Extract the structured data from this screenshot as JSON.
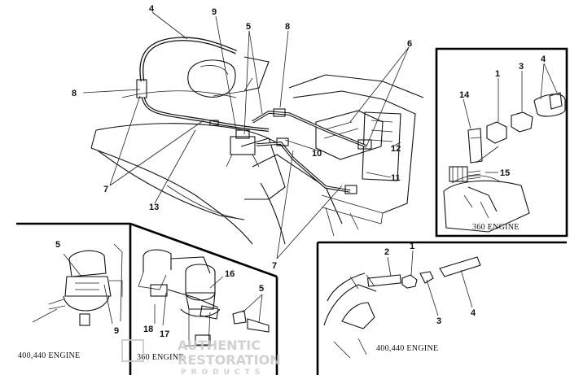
{
  "callouts": {
    "c1_main": "4",
    "c2_main": "9",
    "c3_main": "5",
    "c4_main": "8",
    "c5_main": "6",
    "c6_main": "8",
    "c7_main": "12",
    "c8_main": "10",
    "c9_main": "11",
    "c10_main": "7",
    "c11_main": "13",
    "c12_main": "7",
    "c13_tr": "14",
    "c14_tr": "1",
    "c15_tr": "3",
    "c16_tr": "4",
    "c17_tr": "15",
    "c18_bl": "5",
    "c19_bl": "9",
    "c20_bm": "16",
    "c21_bm": "5",
    "c22_bm": "18",
    "c23_bm": "17",
    "c24_br": "2",
    "c25_br": "1",
    "c26_br": "3",
    "c27_br": "4"
  },
  "captions": {
    "top_right": "360 ENGINE",
    "bottom_left": "400,440 ENGINE",
    "bottom_middle": "360 ENGINE",
    "bottom_right": "400,440 ENGINE"
  },
  "watermark": {
    "line1": "AUTHENTIC",
    "line2": "RESTORATION",
    "line3": "PRODUCTS"
  }
}
